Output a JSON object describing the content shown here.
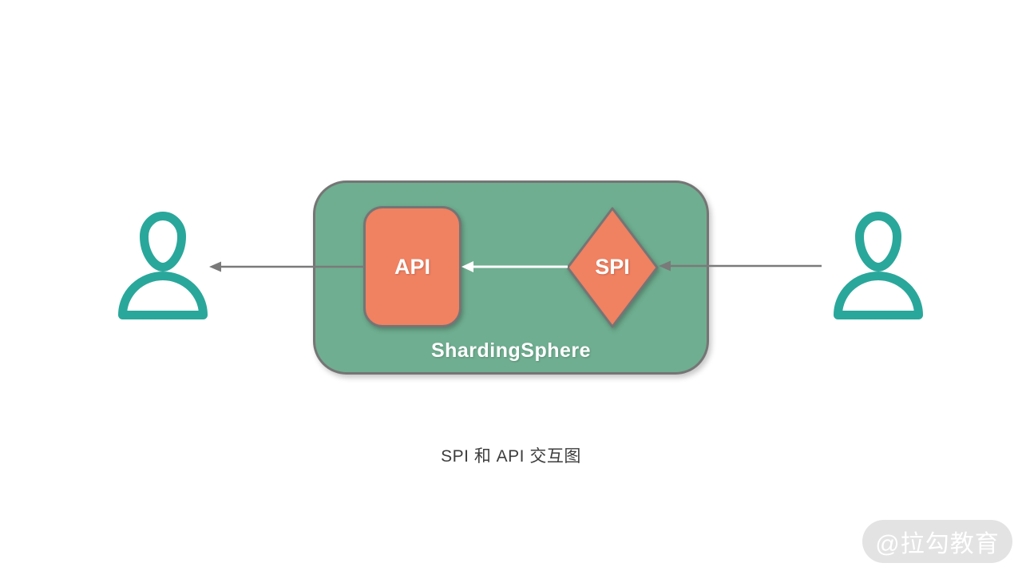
{
  "diagram": {
    "container_label": "ShardingSphere",
    "api_label": "API",
    "spi_label": "SPI",
    "caption": "SPI 和 API 交互图",
    "watermark": "@拉勾教育"
  },
  "icons": {
    "left_user": "person-icon",
    "right_user": "person-icon"
  },
  "colors": {
    "container_fill": "#6FAE90",
    "node_fill": "#F08161",
    "border_gray": "#757575",
    "person_teal": "#2AA79B",
    "arrow_gray": "#7A7A7A",
    "arrow_white": "#FFFFFF",
    "caption_text": "#3D3D3D",
    "watermark_bg": "#E3E3E3",
    "watermark_text": "#FFFFFF",
    "background": "#FFFFFF"
  }
}
